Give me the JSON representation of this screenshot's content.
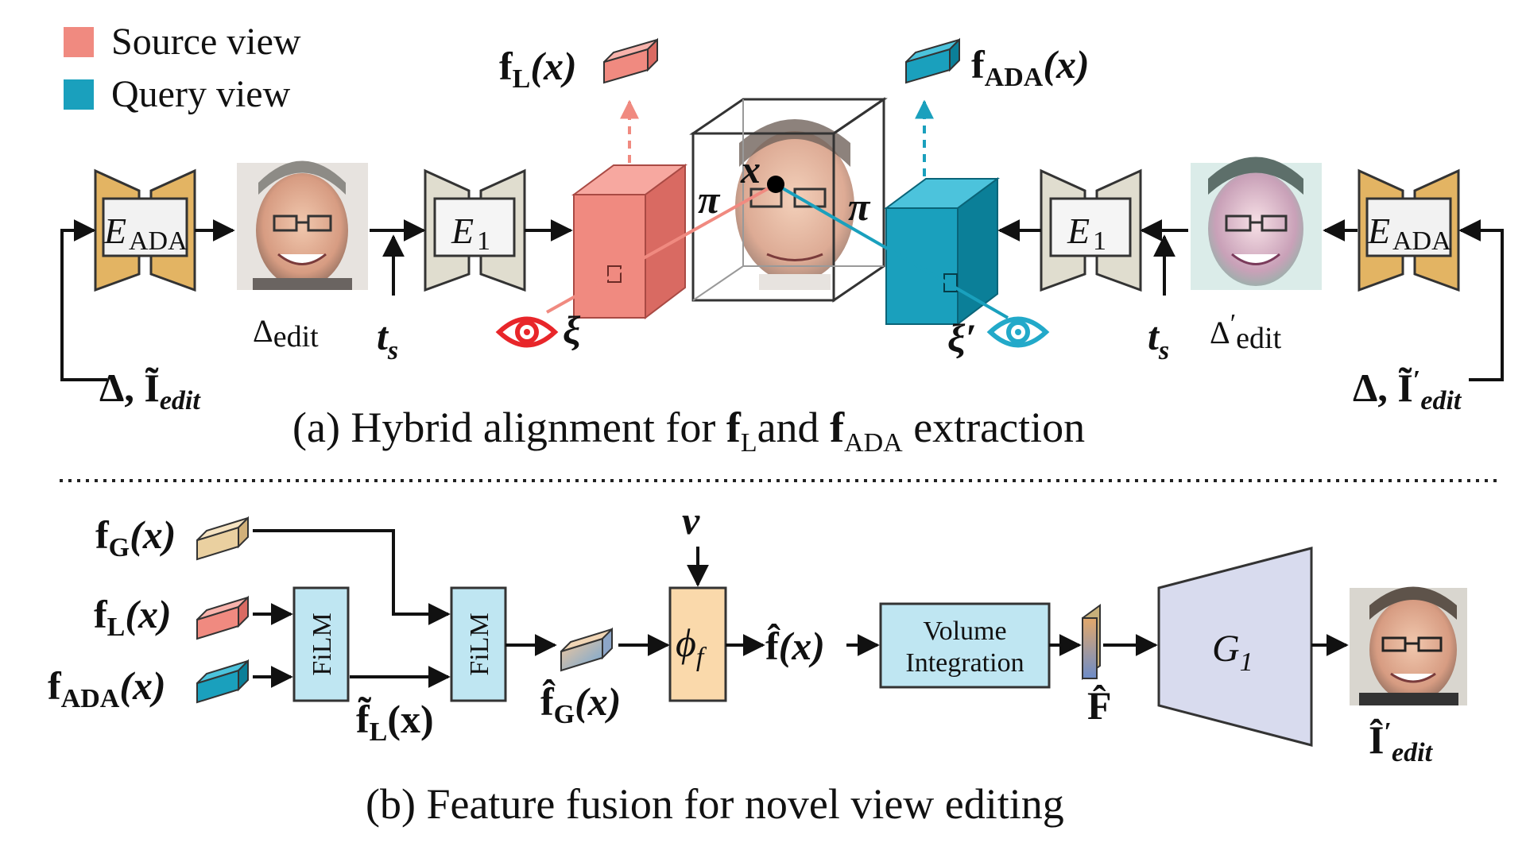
{
  "legend": {
    "source": {
      "label": "Source view",
      "color": "#f08a80"
    },
    "query": {
      "label": "Query view",
      "color": "#1aa0bd"
    }
  },
  "colors": {
    "source": "#f08a80",
    "source_dark": "#d9534f",
    "query": "#1aa0bd",
    "query_dark": "#0b7f98",
    "encoder_gold": "#e3b463",
    "encoder_beige": "#e0ddcf",
    "film_box": "#bfe6f2",
    "phi_box": "#fad9ab",
    "generator": "#d8dbee",
    "eye_red": "#e8262a",
    "eye_blue": "#22a9c9"
  },
  "top": {
    "encoder_ada": {
      "base": "E",
      "sub": "ADA"
    },
    "encoder_1": {
      "base": "E",
      "sub": "1"
    },
    "delta_edit": {
      "sym": "Δ",
      "sub": "edit"
    },
    "delta_edit_prime": {
      "sym": "Δ",
      "prime": "′",
      "sub": "edit"
    },
    "t_s": {
      "base": "t",
      "sub": "s"
    },
    "input_left": {
      "prefix": "Δ, ",
      "sym": "Ĩ",
      "sub": "edit"
    },
    "input_right": {
      "prefix": "Δ, ",
      "sym": "Ĩ",
      "prime": "′",
      "sub": "edit"
    },
    "f_L": {
      "base": "f",
      "sub": "L",
      "arg": "(x)"
    },
    "f_ADA": {
      "base": "f",
      "sub": "ADA",
      "arg": "(x)"
    },
    "point": "x",
    "pi": "π",
    "xi": "ξ",
    "xi_prime": "ξ′",
    "caption": {
      "pre": "(a) Hybrid alignment for ",
      "f1": "f",
      "f1_sub": "L",
      "mid": "and ",
      "f2": "f",
      "f2_sub": "ADA",
      "post": " extraction"
    }
  },
  "bottom": {
    "f_G": {
      "base": "f",
      "sub": "G",
      "arg": "(x)"
    },
    "f_L": {
      "base": "f",
      "sub": "L",
      "arg": "(x)"
    },
    "f_ADA": {
      "base": "f",
      "sub": "ADA",
      "arg": "(x)"
    },
    "film_label": "FiLM",
    "f_L_tilde": {
      "base": "f̃",
      "sub": "L",
      "arg": "(x)"
    },
    "f_G_hat": {
      "base": "f̂",
      "sub": "G",
      "arg": "(x)"
    },
    "v": "v",
    "phi": {
      "base": "ϕ",
      "sub": "f"
    },
    "f_hat": {
      "base": "f̂",
      "arg": "(x)"
    },
    "volume_integration": {
      "line1": "Volume",
      "line2": "Integration"
    },
    "F_hat": "F̂",
    "generator": {
      "base": "G",
      "sub": "1"
    },
    "output": {
      "sym": "Î",
      "prime": "′",
      "sub": "edit"
    },
    "caption": "(b) Feature fusion for novel view editing"
  }
}
